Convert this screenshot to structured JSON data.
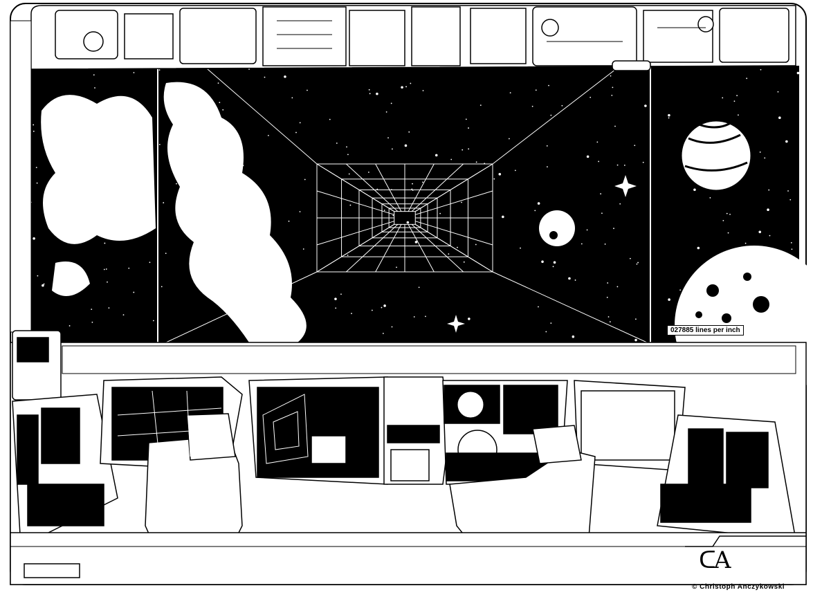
{
  "artwork": {
    "subject": "spaceship-bridge",
    "screen_caption": "027885 lines per inch",
    "signature_mark": "CA",
    "copyright": "© Christoph Anczykowski"
  },
  "colors": {
    "ink": "#000000",
    "paper": "#ffffff"
  }
}
